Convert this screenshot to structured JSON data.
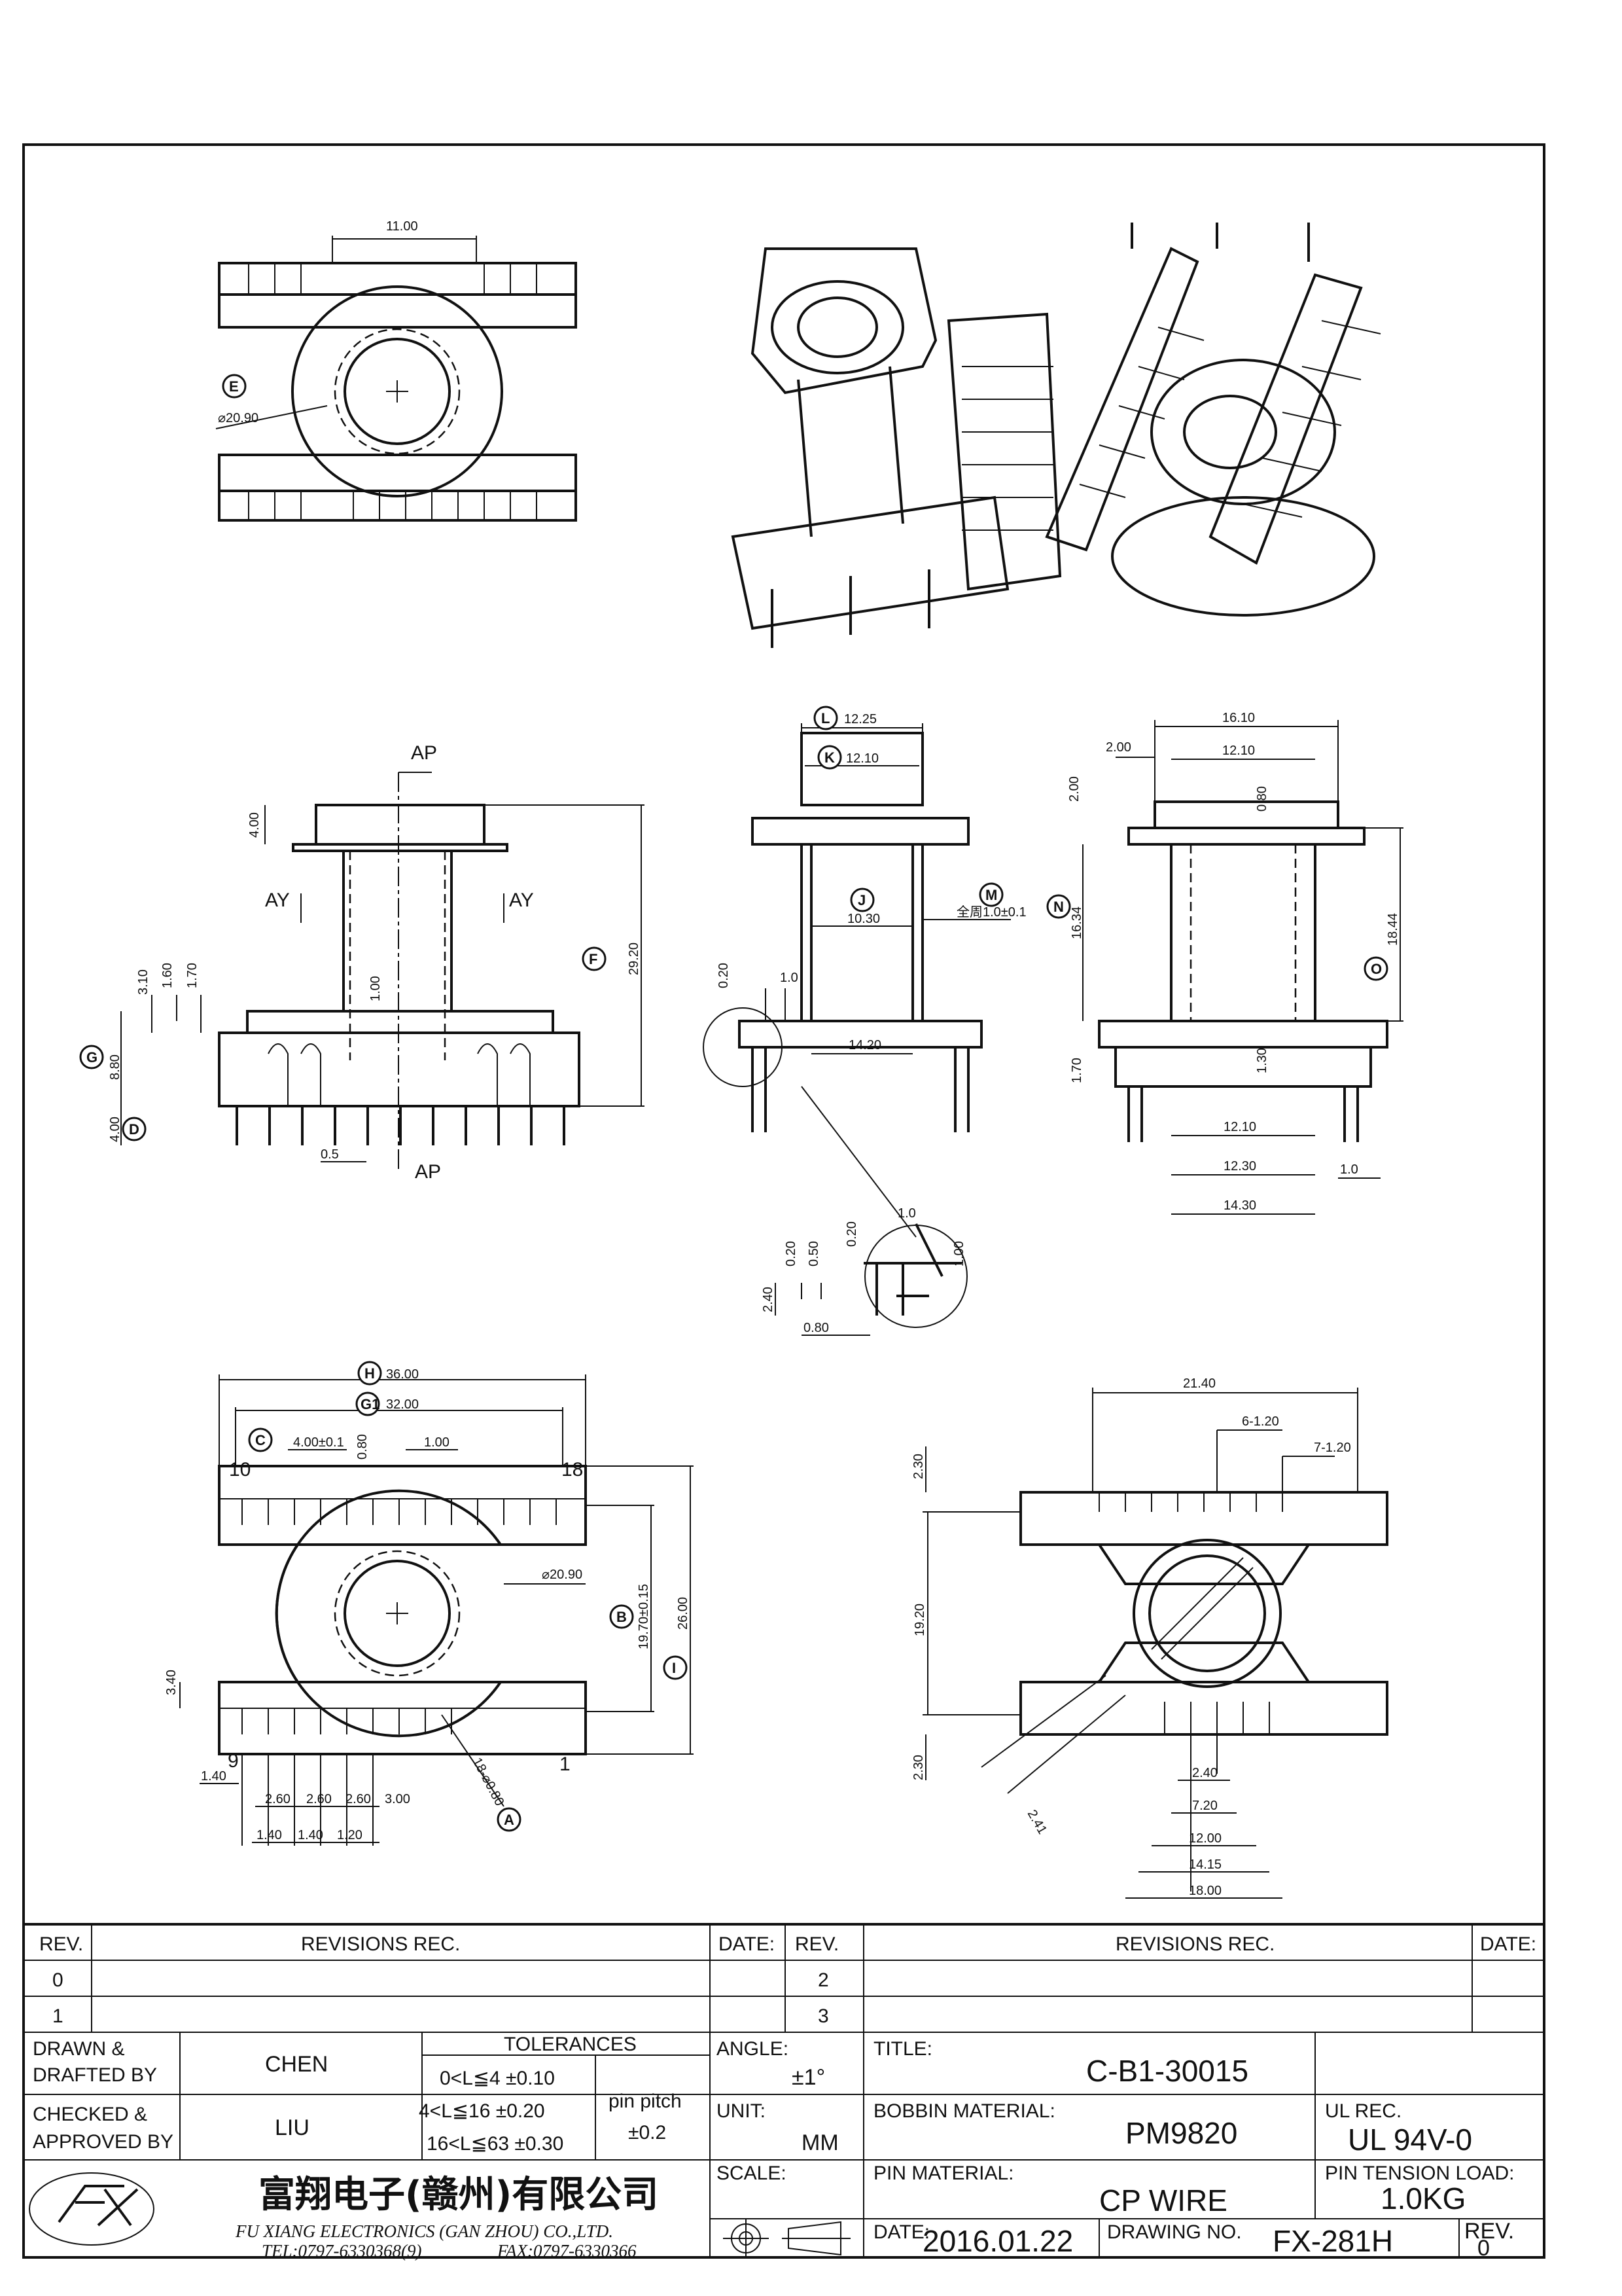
{
  "dims": {
    "top_width": "11.00",
    "top_dia": "⌀20.90",
    "bub_E": "E",
    "ap_top": "AP",
    "ay_left": "AY",
    "ay_right": "AY",
    "ap_bottom": "AP",
    "h_4_00a": "4.00",
    "h_3_10": "3.10",
    "h_1_60": "1.60",
    "h_1_70a": "1.70",
    "h_1_00a": "1.00",
    "h_8_80": "8.80",
    "h_4_00b": "4.00",
    "w_0_5": "0.5",
    "h_29_20": "29.20",
    "bub_F": "F",
    "bub_G": "G",
    "bub_D": "D",
    "w_12_25": "12.25",
    "bub_L": "L",
    "w_12_10a": "12.10",
    "bub_K": "K",
    "w_10_30": "10.30",
    "bub_J": "J",
    "wall": "全周1.0±0.1",
    "bub_M": "M",
    "w_14_20": "14.20",
    "h_0_20a": "0.20",
    "h_1_0a": "1.0",
    "d_0_20b": "0.20",
    "d_1_0b": "1.0",
    "d_0_20c": "0.20",
    "d_0_50": "0.50",
    "d_1_00b": "1.00",
    "d_2_40": "2.40",
    "d_0_80": "0.80",
    "w_16_10": "16.10",
    "w_2_00a": "2.00",
    "w_12_10b": "12.10",
    "h_2_00b": "2.00",
    "h_0_80": "0.80",
    "h_16_34": "16.34",
    "bub_N": "N",
    "h_18_44": "18.44",
    "bub_O": "O",
    "h_1_70b": "1.70",
    "h_1_30": "1.30",
    "w_12_10c": "12.10",
    "w_12_30": "12.30",
    "w_1_0": "1.0",
    "w_14_30": "14.30",
    "w_36_00": "36.00",
    "bub_H": "H",
    "w_32_00": "32.00",
    "bub_G1": "G1",
    "w_4_00": "4.00±0.1",
    "bub_C": "C",
    "h_0_80b": "0.80",
    "w_1_00c": "1.00",
    "pin10": "10",
    "pin18": "18",
    "pin9": "9",
    "pin1": "1",
    "dia2": "⌀20.90",
    "h_19_70": "19.70±0.15",
    "bub_B": "B",
    "h_26_00": "26.00",
    "bub_I": "I",
    "h_3_40": "3.40",
    "w_1_40a": "1.40",
    "w_2_60a": "2.60",
    "w_2_60b": "2.60",
    "w_2_60c": "2.60",
    "w_3_00": "3.00",
    "w_1_40b": "1.40",
    "w_1_40c": "1.40",
    "w_1_20": "1.20",
    "pins": "18-⌀0.80",
    "bub_A": "A",
    "w_21_40": "21.40",
    "w_6_120": "6-1.20",
    "w_7_120": "7-1.20",
    "h_2_30a": "2.30",
    "h_19_20": "19.20",
    "h_2_30b": "2.30",
    "d_2_41": "2.41",
    "w_2_40": "2.40",
    "w_7_20": "7.20",
    "w_12_00": "12.00",
    "w_14_15": "14.15",
    "w_18_00": "18.00"
  },
  "titleblock": {
    "rev_h1": "REV.",
    "rec_h1": "REVISIONS   REC.",
    "date_h1": "DATE:",
    "rev_h2": "REV.",
    "rec_h2": "REVISIONS   REC.",
    "date_h2": "DATE:",
    "rev0": "0",
    "rev1": "1",
    "rev2": "2",
    "rev3": "3",
    "drawn_l1": "DRAWN  &",
    "drawn_l2": "DRAFTED  BY",
    "drawn_v": "CHEN",
    "checked_l1": "CHECKED  &",
    "checked_l2": "APPROVED  BY",
    "checked_v": "LIU",
    "tol_h": "TOLERANCES",
    "tol1": "0<L≦4   ±0.10",
    "tol2": "4<L≦16  ±0.20",
    "tol3": "16<L≦63  ±0.30",
    "pitch_l": "pin pitch",
    "pitch_v": "±0.2",
    "angle_l": "ANGLE:",
    "angle_v": "±1°",
    "unit_l": "UNIT:",
    "unit_v": "MM",
    "scale_l": "SCALE:",
    "title_l": "TITLE:",
    "title_v": "C-B1-30015",
    "bobbin_l": "BOBBIN  MATERIAL:",
    "bobbin_v": "PM9820",
    "ul_l": "UL  REC.",
    "ul_v": "UL  94V-0",
    "pinmat_l": "PIN  MATERIAL:",
    "pinmat_v": "CP  WIRE",
    "tension_l": "PIN  TENSION  LOAD:",
    "tension_v": "1.0KG",
    "date_l": "DATE:",
    "date_v": "2016.01.22",
    "drawno_l": "DRAWING  NO.",
    "drawno_v": "FX-281H",
    "rev_l": "REV.",
    "rev_v": "0",
    "company_cn": "富翔电子(赣州)有限公司",
    "company_en": "FU XIANG ELECTRONICS (GAN ZHOU) CO.,LTD.",
    "tel": "TEL:0797-6330368(9)",
    "fax": "FAX:0797-6330366"
  }
}
